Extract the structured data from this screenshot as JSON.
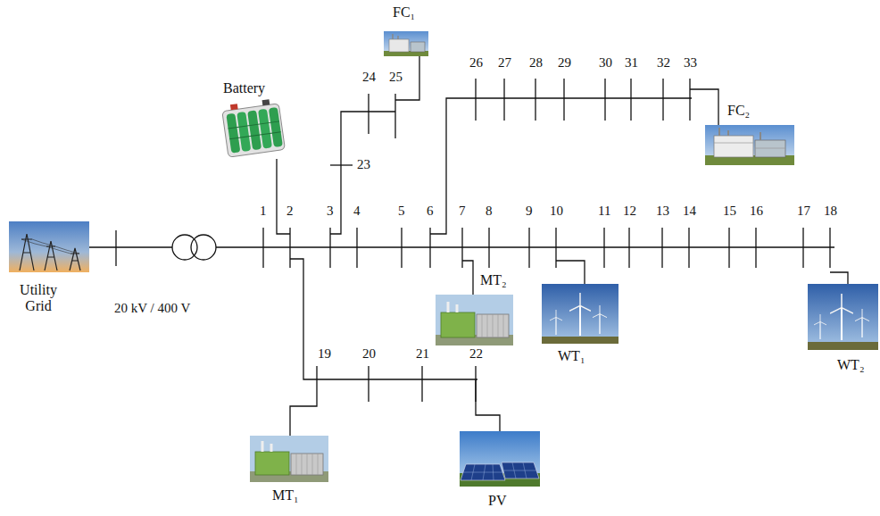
{
  "diagram": {
    "nodes": [
      {
        "text": [
          "FC₁"
        ]
      },
      {
        "text": [
          "Battery"
        ]
      },
      {
        "text": [
          "FC₂"
        ]
      },
      {
        "text": [
          "Utility Grid"
        ]
      },
      {
        "text": [
          "MT₂"
        ]
      },
      {
        "text": [
          "WT₁"
        ]
      },
      {
        "text": [
          "WT₂"
        ]
      },
      {
        "text": [
          "MT₁"
        ]
      },
      {
        "text": [
          "PV"
        ]
      }
    ],
    "labels": [
      "24",
      "25",
      "26",
      "27",
      "28",
      "29",
      "30",
      "31",
      "32",
      "33",
      "23",
      "1",
      "2",
      "3",
      "4",
      "5",
      "6",
      "7",
      "8",
      "9",
      "10",
      "11",
      "12",
      "13",
      "14",
      "15",
      "16",
      "17",
      "18",
      "20 kV / 400 V",
      "19",
      "20",
      "21",
      "22"
    ]
  }
}
